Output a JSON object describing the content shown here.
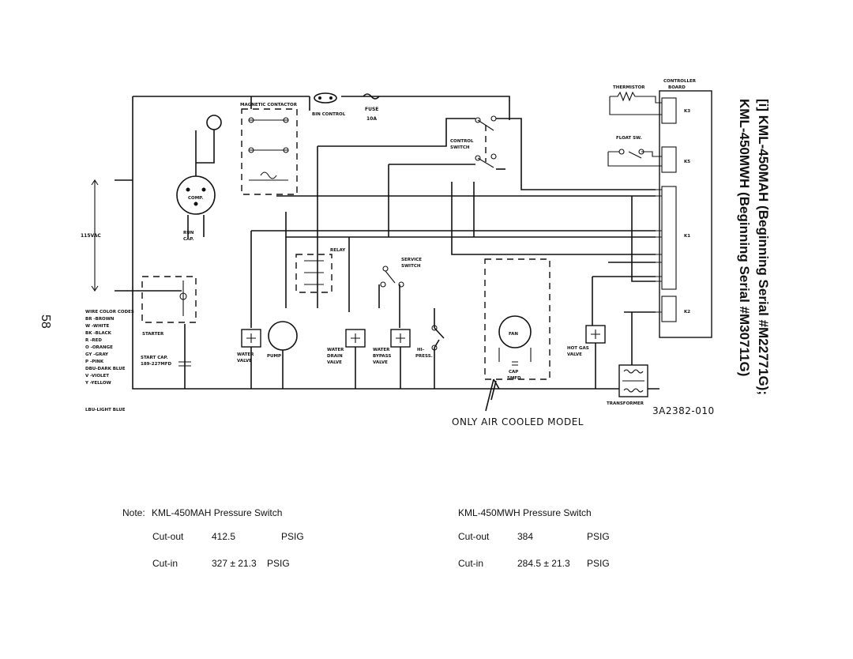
{
  "page": {
    "number": "58"
  },
  "title": {
    "line1": "[i] KML-450MAH (Beginning Serial #M22771G);",
    "line2": "KML-450MWH (Beginning Serial #M30711G)"
  },
  "diagram": {
    "drawing_code": "3A2382-010",
    "air_cooled_note": "ONLY AIR COOLED MODEL",
    "labels": {
      "magnetic_contactor": "MAGNETIC CONTACTOR",
      "bin_control": "BIN CONTROL",
      "fuse": "FUSE",
      "fuse_rating": "10A",
      "controller_board": "CONTROLLER",
      "controller_board_2": "BOARD",
      "thermistor": "THERMISTOR",
      "float_sw": "FLOAT SW.",
      "control_switch": "CONTROL",
      "control_switch_2": "SWITCH",
      "service_switch": "SERVICE",
      "service_switch_2": "SWITCH",
      "relay": "RELAY",
      "comp": "COMP.",
      "run_cap": "RUN",
      "run_cap_2": "CAP.",
      "starter": "STARTER",
      "start_cap": "START CAP.",
      "start_cap_2": "189-227MFD",
      "voltage": "115VAC",
      "water_valve": "WATER",
      "water_valve_2": "VALVE",
      "pump": "PUMP",
      "water_drain_valve": "WATER",
      "water_drain_valve_2": "DRAIN",
      "water_drain_valve_3": "VALVE",
      "water_bypass_valve": "WATER",
      "water_bypass_valve_2": "BYPASS",
      "water_bypass_valve_3": "VALVE",
      "hi_press": "HI-",
      "hi_press_2": "PRESS.",
      "fan": "FAN",
      "fan_cap": "CAP",
      "fan_cap_2": "5MFD",
      "hot_gas_valve": "HOT GAS",
      "hot_gas_valve_2": "VALVE",
      "transformer": "TRANSFORMER",
      "k3": "K3",
      "k5": "K5",
      "k1": "K1",
      "k2": "K2"
    },
    "wire_color_codes": {
      "title": "WIRE COLOR CODES",
      "entries": [
        "BR -BROWN",
        "W -WHITE",
        "BK -BLACK",
        "R -RED",
        "O -ORANGE",
        "GY -GRAY",
        "P -PINK",
        "DBU-DARK BLUE",
        "V -VIOLET",
        "Y -YELLOW",
        "LBU-LIGHT BLUE"
      ]
    }
  },
  "notes": {
    "note_label": "Note:",
    "mah": {
      "heading": "KML-450MAH Pressure Switch",
      "cutout_label": "Cut-out",
      "cutout_value": "412.5",
      "cutout_unit": "PSIG",
      "cutin_label": "Cut-in",
      "cutin_value": "327 ± 21.3",
      "cutin_unit": "PSIG"
    },
    "mwh": {
      "heading": "KML-450MWH Pressure Switch",
      "cutout_label": "Cut-out",
      "cutout_value": "384",
      "cutout_unit": "PSIG",
      "cutin_label": "Cut-in",
      "cutin_value": "284.5 ± 21.3",
      "cutin_unit": "PSIG"
    }
  }
}
